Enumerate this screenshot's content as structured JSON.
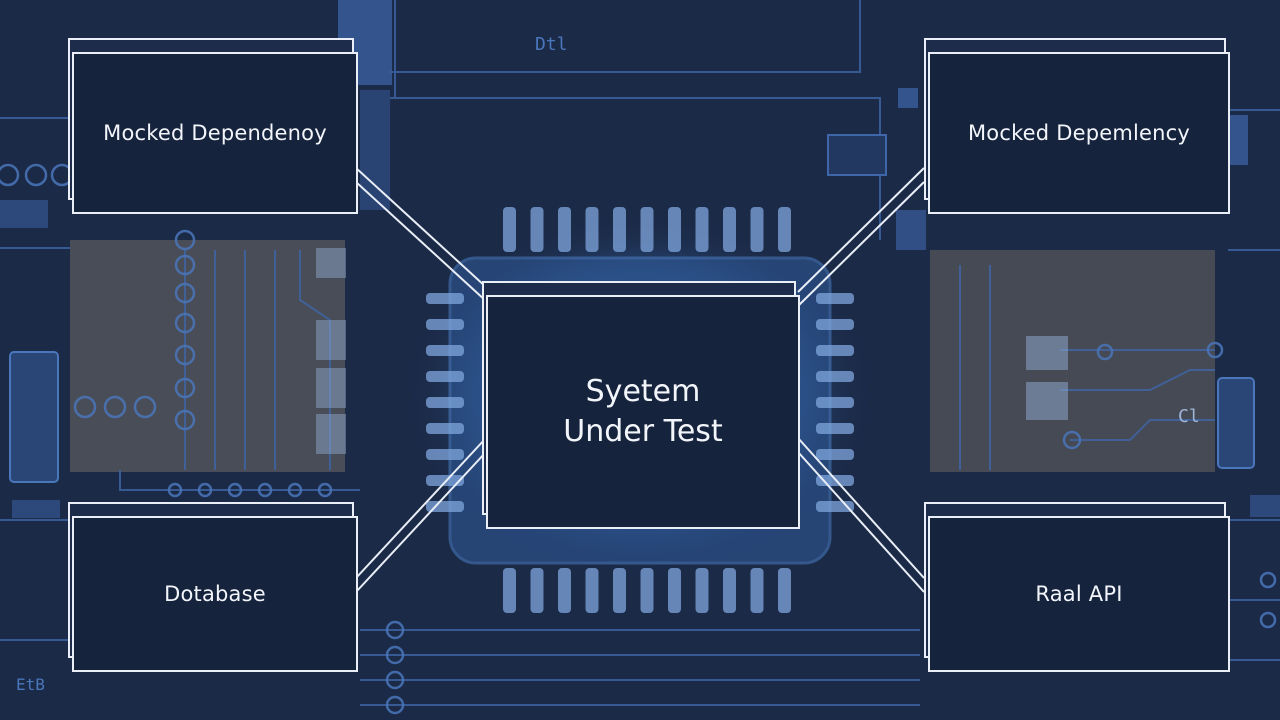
{
  "diagram": {
    "center": {
      "line1": "Syetem",
      "line2": "Under Test"
    },
    "top_left": {
      "label": "Mocked Dependenoy"
    },
    "top_right": {
      "label": "Mocked Depemlency"
    },
    "bottom_left": {
      "label": "Dotabase"
    },
    "bottom_right": {
      "label": "Raal API"
    }
  },
  "background_marks": {
    "top_chip_text": "Dtl",
    "right_chip_text": "Cl",
    "bottom_left_text": "EtB"
  },
  "colors": {
    "background": "#1b2a47",
    "box_fill": "#16233d",
    "outline": "#e9eef7",
    "trace": "#3f66a8",
    "chip_glow": "#3d6bb0",
    "tan_panel": "#6f6a64"
  }
}
